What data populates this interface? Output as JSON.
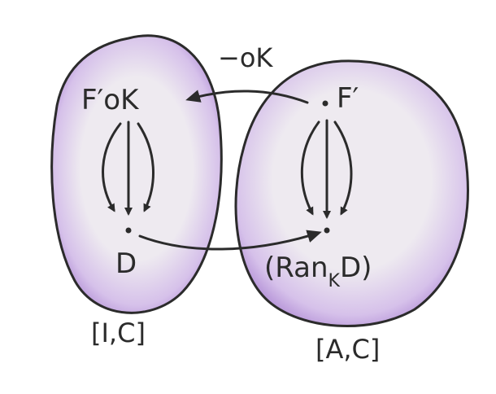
{
  "diagram": {
    "left_set": {
      "top_object": "F′oK",
      "bottom_object": "D",
      "category_label": "[I,C]"
    },
    "right_set": {
      "top_object": "F′",
      "bottom_object_prefix": "(Ran",
      "bottom_object_subscript": "K",
      "bottom_object_suffix": "D)",
      "category_label": "[A,C]"
    },
    "precompose_label": "−oK",
    "colors": {
      "ink": "#2b2b2b",
      "blob_fill": "#efe9f1",
      "blob_shade": "#a77fd0"
    }
  }
}
